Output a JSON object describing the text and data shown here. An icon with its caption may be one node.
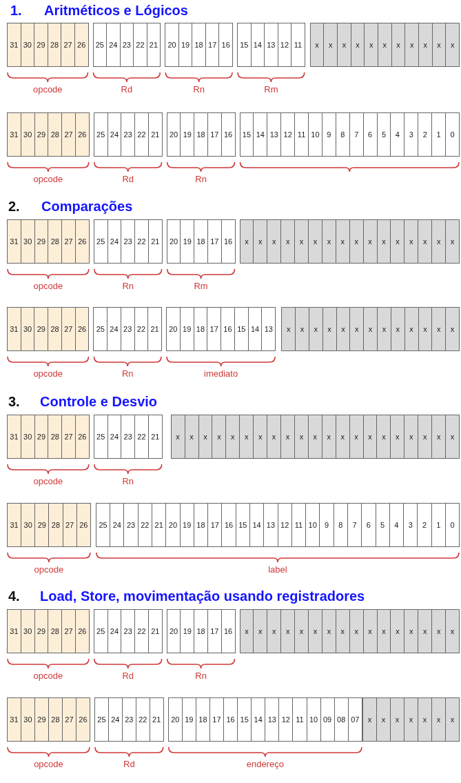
{
  "diagram": {
    "nodes": [
      {
        "text": [
          "31",
          "30",
          "29",
          "28",
          "27",
          "26"
        ],
        "beside": [
          "opcode"
        ]
      },
      {
        "text": [
          "25",
          "24",
          "23",
          "22",
          "21"
        ],
        "beside": [
          "Rd"
        ]
      },
      {
        "text": [
          "20",
          "19",
          "18",
          "17",
          "16"
        ],
        "beside": [
          "Rn"
        ]
      },
      {
        "text": [
          "15",
          "14",
          "13",
          "12",
          "11"
        ],
        "beside": [
          "Rm"
        ]
      },
      {
        "text": [
          "x",
          "x",
          "x",
          "x",
          "x",
          "x",
          "x",
          "x",
          "x",
          "x",
          "x"
        ]
      },
      {
        "text": [
          "31",
          "30",
          "29",
          "28",
          "27",
          "26"
        ],
        "beside": [
          "opcode"
        ]
      },
      {
        "text": [
          "25",
          "24",
          "23",
          "22",
          "21"
        ],
        "beside": [
          "Rd"
        ]
      },
      {
        "text": [
          "20",
          "19",
          "18",
          "17",
          "16"
        ],
        "beside": [
          "Rn"
        ]
      },
      {
        "text": [
          "15",
          "14",
          "13",
          "12",
          "11",
          "10",
          "9",
          "8",
          "7",
          "6",
          "5",
          "4",
          "3",
          "2",
          "1",
          "0"
        ]
      },
      {
        "text": [
          "31",
          "30",
          "29",
          "28",
          "27",
          "26"
        ],
        "beside": [
          "opcode"
        ]
      },
      {
        "text": [
          "25",
          "24",
          "23",
          "22",
          "21"
        ],
        "beside": [
          "Rn"
        ]
      },
      {
        "text": [
          "20",
          "19",
          "18",
          "17",
          "16"
        ],
        "beside": [
          "Rm"
        ]
      },
      {
        "text": [
          "x",
          "x",
          "x",
          "x",
          "x",
          "x",
          "x",
          "x",
          "x",
          "x",
          "x",
          "x",
          "x",
          "x",
          "x",
          "x"
        ]
      },
      {
        "text": [
          "31",
          "30",
          "29",
          "28",
          "27",
          "26"
        ],
        "beside": [
          "opcode"
        ]
      },
      {
        "text": [
          "25",
          "24",
          "23",
          "22",
          "21"
        ],
        "beside": [
          "Rn"
        ]
      },
      {
        "text": [
          "20",
          "19",
          "18",
          "17",
          "16",
          "15",
          "14",
          "13"
        ],
        "beside": [
          "imediato"
        ]
      },
      {
        "text": [
          "x",
          "x",
          "x",
          "x",
          "x",
          "x",
          "x",
          "x",
          "x",
          "x",
          "x",
          "x",
          "x"
        ]
      },
      {
        "text": [
          "31",
          "30",
          "29",
          "28",
          "27",
          "26"
        ],
        "beside": [
          "opcode"
        ]
      },
      {
        "text": [
          "25",
          "24",
          "23",
          "22",
          "21"
        ],
        "beside": [
          "Rn"
        ]
      },
      {
        "text": [
          "x",
          "x",
          "x",
          "x",
          "x",
          "x",
          "x",
          "x",
          "x",
          "x",
          "x",
          "x",
          "x",
          "x",
          "x",
          "x",
          "x",
          "x",
          "x",
          "x",
          "x"
        ]
      },
      {
        "text": [
          "31",
          "30",
          "29",
          "28",
          "27",
          "26"
        ],
        "beside": [
          "opcode"
        ]
      },
      {
        "text": [
          "25",
          "24",
          "23",
          "22",
          "21",
          "20",
          "19",
          "18",
          "17",
          "16",
          "15",
          "14",
          "13",
          "12",
          "11",
          "10",
          "9",
          "8",
          "7",
          "6",
          "5",
          "4",
          "3",
          "2",
          "1",
          "0"
        ],
        "beside": [
          "label"
        ]
      },
      {
        "text": [
          "31",
          "30",
          "29",
          "28",
          "27",
          "26"
        ],
        "beside": [
          "opcode"
        ]
      },
      {
        "text": [
          "25",
          "24",
          "23",
          "22",
          "21"
        ],
        "beside": [
          "Rd"
        ]
      },
      {
        "text": [
          "20",
          "19",
          "18",
          "17",
          "16"
        ],
        "beside": [
          "Rn"
        ]
      },
      {
        "text": [
          "x",
          "x",
          "x",
          "x",
          "x",
          "x",
          "x",
          "x",
          "x",
          "x",
          "x",
          "x",
          "x",
          "x",
          "x",
          "x"
        ]
      },
      {
        "text": [
          "31",
          "30",
          "29",
          "28",
          "27",
          "26"
        ],
        "beside": [
          "opcode"
        ]
      },
      {
        "text": [
          "25",
          "24",
          "23",
          "22",
          "21"
        ],
        "beside": [
          "Rd"
        ]
      },
      {
        "text": [
          "20",
          "19",
          "18",
          "17",
          "16",
          "15",
          "14",
          "13",
          "12",
          "11",
          "10",
          "09",
          "08",
          "07"
        ],
        "beside": [
          "endereço"
        ]
      },
      {
        "text": [
          "x",
          "x",
          "x",
          "x",
          "x",
          "x",
          "x"
        ]
      }
    ],
    "labels": [
      "1.",
      "Aritméticos e Lógicos",
      "2.",
      "Comparações",
      "3.",
      "Controle e Desvio",
      "4.",
      "Load, Store, movimentação usando registradores"
    ]
  }
}
